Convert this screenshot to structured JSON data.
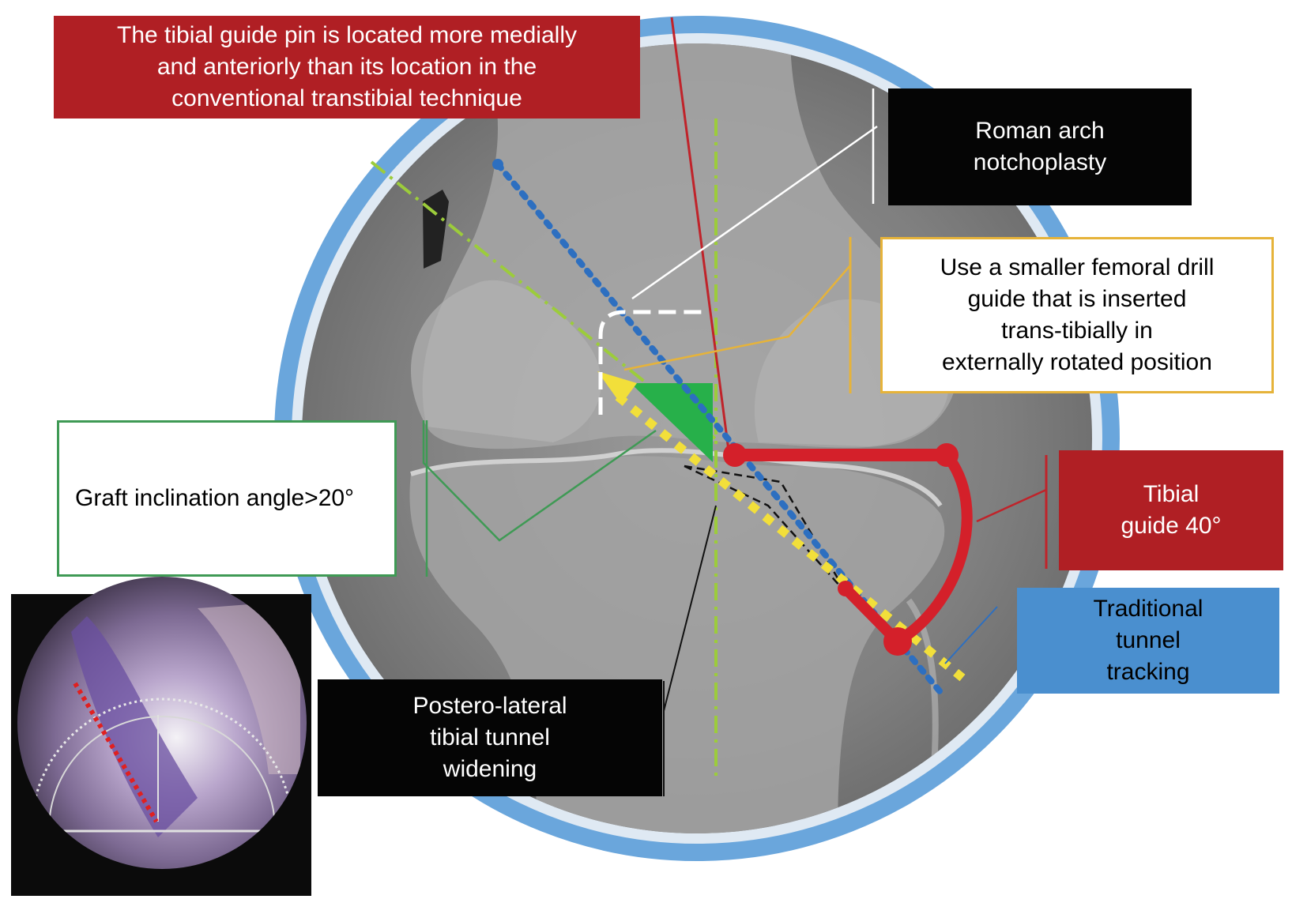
{
  "callouts": {
    "tibial_pin": {
      "lines": [
        "The tibial guide pin is located more medially",
        "and anteriorly than its location in the",
        "conventional transtibial technique"
      ],
      "bg_color": "#b01f24"
    },
    "roman_arch": {
      "lines": [
        "Roman arch",
        "notchoplasty"
      ],
      "bg_color": "#050505"
    },
    "femoral_guide": {
      "lines": [
        "Use a smaller femoral drill",
        "guide that is inserted",
        "trans-tibially in",
        "externally rotated position"
      ],
      "border_color": "#e6b33a"
    },
    "graft_angle": {
      "lines": [
        "Graft inclination angle>20°"
      ],
      "border_color": "#3f9a55"
    },
    "tibial_guide": {
      "lines": [
        "Tibial",
        "guide 40°"
      ],
      "bg_color": "#b01f24"
    },
    "traditional_tracking": {
      "lines": [
        "Traditional",
        "tunnel",
        "tracking"
      ],
      "bg_color": "#4a8fcf"
    },
    "postero_lateral": {
      "lines": [
        "Postero-lateral",
        "tibial tunnel",
        "widening"
      ],
      "bg_color": "#050505"
    }
  },
  "colors": {
    "lens_ring": "#6aa6dc",
    "xray": "#8c8c8c",
    "guide_red": "#d4202a",
    "tunnel_blue": "#2d6fc0",
    "graft_yellow": "#f2df3a",
    "angle_green": "#27b04a",
    "axis_green": "#9ccc3b",
    "notch_white": "#ffffff"
  },
  "icons": {
    "tibial_guide_arc": "red-drill-guide-arc",
    "graft_angle": "green-triangle",
    "arthroscopic_inset": "arthroscopic-view-with-protractor"
  }
}
